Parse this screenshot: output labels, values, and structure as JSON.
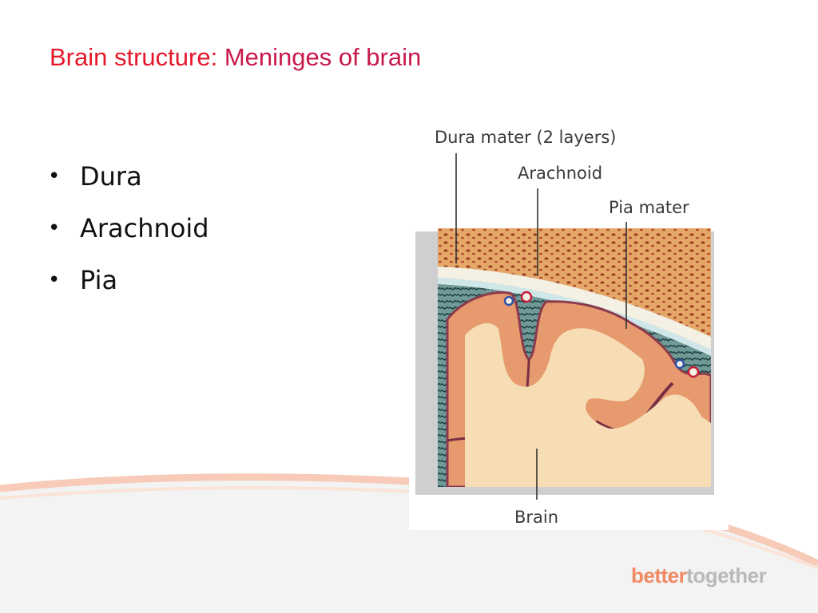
{
  "slide": {
    "title_main": "Brain structure: ",
    "title_sub": "Meninges of brain"
  },
  "bullets": [
    {
      "label": "Dura"
    },
    {
      "label": "Arachnoid"
    },
    {
      "label": "Pia"
    }
  ],
  "figure": {
    "labels": {
      "dura": "Dura mater (2 layers)",
      "arachnoid": "Arachnoid",
      "pia": "Pia mater",
      "brain": "Brain"
    }
  },
  "logo": {
    "part1": "better",
    "part2": "together"
  },
  "colors": {
    "title": "#e4182a",
    "subtitle": "#c8194b",
    "swoosh": "#f6c9b6",
    "logo_accent": "#f08a63",
    "logo_gray": "#b9b9b9"
  }
}
